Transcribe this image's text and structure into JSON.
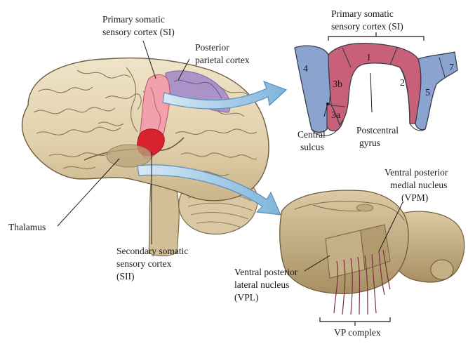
{
  "labels": {
    "primary_si_line1": "Primary somatic",
    "primary_si_line2": "sensory cortex (SI)",
    "posterior_line1": "Posterior",
    "posterior_line2": "parietal cortex",
    "right_si_line1": "Primary somatic",
    "right_si_line2": "sensory cortex (SI)",
    "central_line1": "Central",
    "central_line2": "sulcus",
    "postcentral_line1": "Postcentral",
    "postcentral_line2": "gyrus",
    "thalamus": "Thalamus",
    "sii_line1": "Secondary somatic",
    "sii_line2": "sensory cortex",
    "sii_line3": "(SII)",
    "vpm_line1": "Ventral posterior",
    "vpm_line2": "medial nucleus",
    "vpm_line3": "(VPM)",
    "vpl_line1": "Ventral posterior",
    "vpl_line2": "lateral nucleus",
    "vpl_line3": "(VPL)",
    "vp_complex": "VP complex"
  },
  "cortex_areas": {
    "area_4": "4",
    "area_3b": "3b",
    "area_3a": "3a",
    "area_1": "1",
    "area_2": "2",
    "area_5": "5",
    "area_7": "7"
  },
  "colors": {
    "brain": "#e7d9bb",
    "primary_cortex": "#f29aa5",
    "secondary_cortex": "#d8222f",
    "posterior_parietal": "#a08ac4",
    "arrow": "#9cc6e4",
    "cortex_blue": "#8aa3cf",
    "cortex_pink": "#c85f79",
    "thalamus": "#c7b38c"
  }
}
